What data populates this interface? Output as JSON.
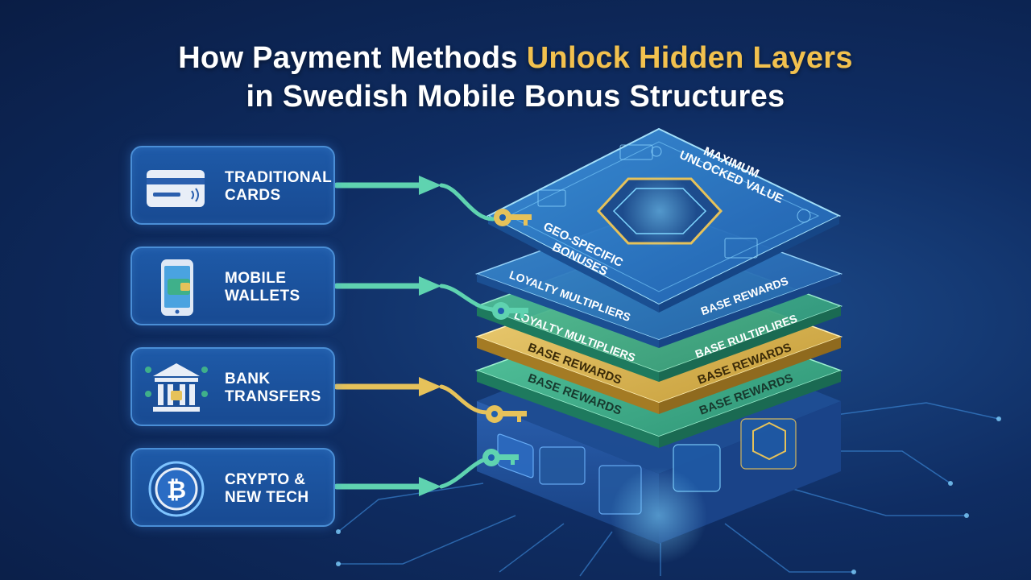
{
  "title": {
    "line1_prefix": "How Payment Methods ",
    "line1_highlight": "Unlock Hidden Layers",
    "line2": "in Swedish Mobile Bonus Structures"
  },
  "methods": [
    {
      "label_line1": "Traditional",
      "label_line2": "Cards",
      "icon": "credit-card-icon",
      "arrow_color": "#5fd3b0"
    },
    {
      "label_line1": "Mobile",
      "label_line2": "Wallets",
      "icon": "mobile-wallet-icon",
      "arrow_color": "#5fd3b0"
    },
    {
      "label_line1": "Bank",
      "label_line2": "Transfers",
      "icon": "bank-icon",
      "arrow_color": "#e6c25a"
    },
    {
      "label_line1": "Crypto &",
      "label_line2": "New Tech",
      "icon": "bitcoin-icon",
      "arrow_color": "#5fd3b0"
    }
  ],
  "layers": {
    "top": {
      "label_line1": "Maximum",
      "label_line2": "Unlocked Value",
      "sub_line1": "Geo-Specific",
      "sub_line2": "Bonuses"
    },
    "layer2": {
      "left": "Loyalty Multipliers",
      "right": "Base Rewards"
    },
    "layer3": {
      "left": "Loyalty Multipliers",
      "right": "Base Rultiplires"
    },
    "layer4": {
      "left": "Base Rewards",
      "right": "Base Rewards"
    },
    "layer5": {
      "left": "Base Rewards",
      "right": "Base Rewards"
    }
  },
  "colors": {
    "accent_gold": "#f2c14e",
    "accent_teal": "#5fd3b0",
    "card_border": "#4a8ed6",
    "layer_gold": "#d9b44f",
    "layer_green": "#3fb08a"
  }
}
